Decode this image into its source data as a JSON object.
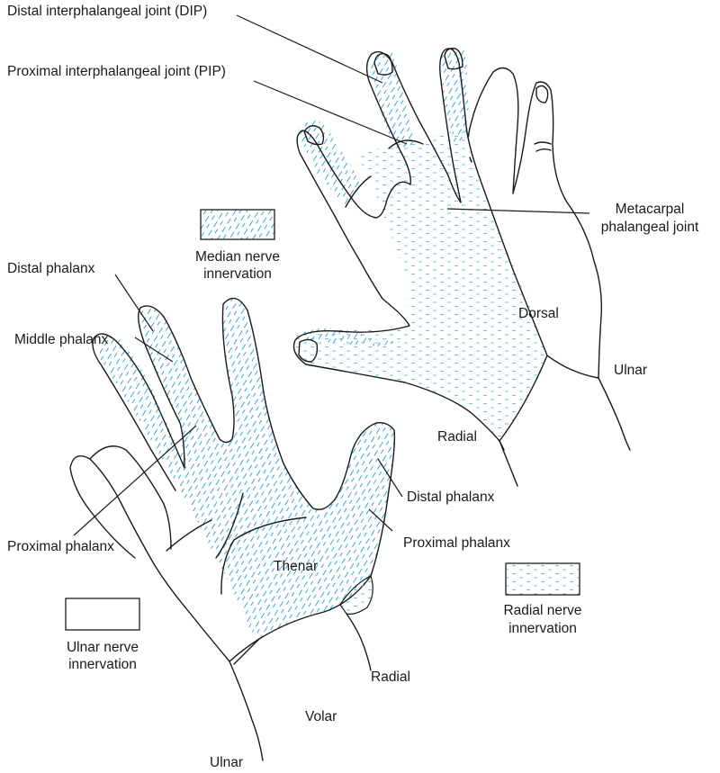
{
  "colors": {
    "median_nerve_hatch": "#3aa9d6",
    "radial_nerve_dash": "#6ebfe0",
    "ulnar_nerve_fill": "#ffffff",
    "line": "#1a1a1a"
  },
  "legend": {
    "median": {
      "line1": "Median nerve",
      "line2": "innervation"
    },
    "radial": {
      "line1": "Radial nerve",
      "line2": "innervation"
    },
    "ulnar": {
      "line1": "Ulnar nerve",
      "line2": "innervation"
    }
  },
  "dorsal_hand": {
    "view_label": "Dorsal",
    "labels": {
      "dip": "Distal interphalangeal joint (DIP)",
      "pip": "Proximal interphalangeal joint (PIP)",
      "mcp_line1": "Metacarpal",
      "mcp_line2": "phalangeal joint",
      "ulnar": "Ulnar",
      "radial": "Radial"
    }
  },
  "volar_hand": {
    "view_label": "Volar",
    "labels": {
      "distal_phalanx": "Distal phalanx",
      "middle_phalanx": "Middle phalanx",
      "proximal_phalanx": "Proximal phalanx",
      "thumb_distal_phalanx": "Distal phalanx",
      "thumb_proximal_phalanx": "Proximal phalanx",
      "thenar": "Thenar",
      "radial": "Radial",
      "ulnar": "Ulnar"
    }
  }
}
